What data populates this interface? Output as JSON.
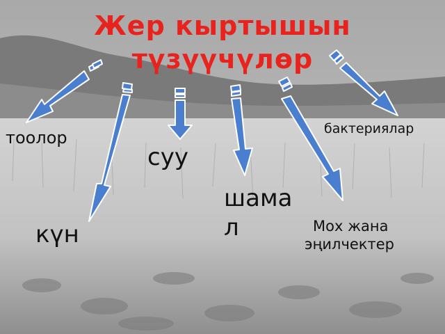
{
  "title": {
    "line1": "Жер кыртышын",
    "line2": "түзүүчүлөр"
  },
  "labels": {
    "mountains": "тоолор",
    "bacteria": "бактериялар",
    "water": "суу",
    "wind_line1": "шама",
    "wind_line2": "л",
    "sun": "күн",
    "moss_line1": "Мох жана",
    "moss_line2": "эңилчектер"
  },
  "colors": {
    "title": "#e8231d",
    "arrow_fill": "#4a7fd0",
    "arrow_stroke": "#ffffff",
    "label": "#111111"
  }
}
